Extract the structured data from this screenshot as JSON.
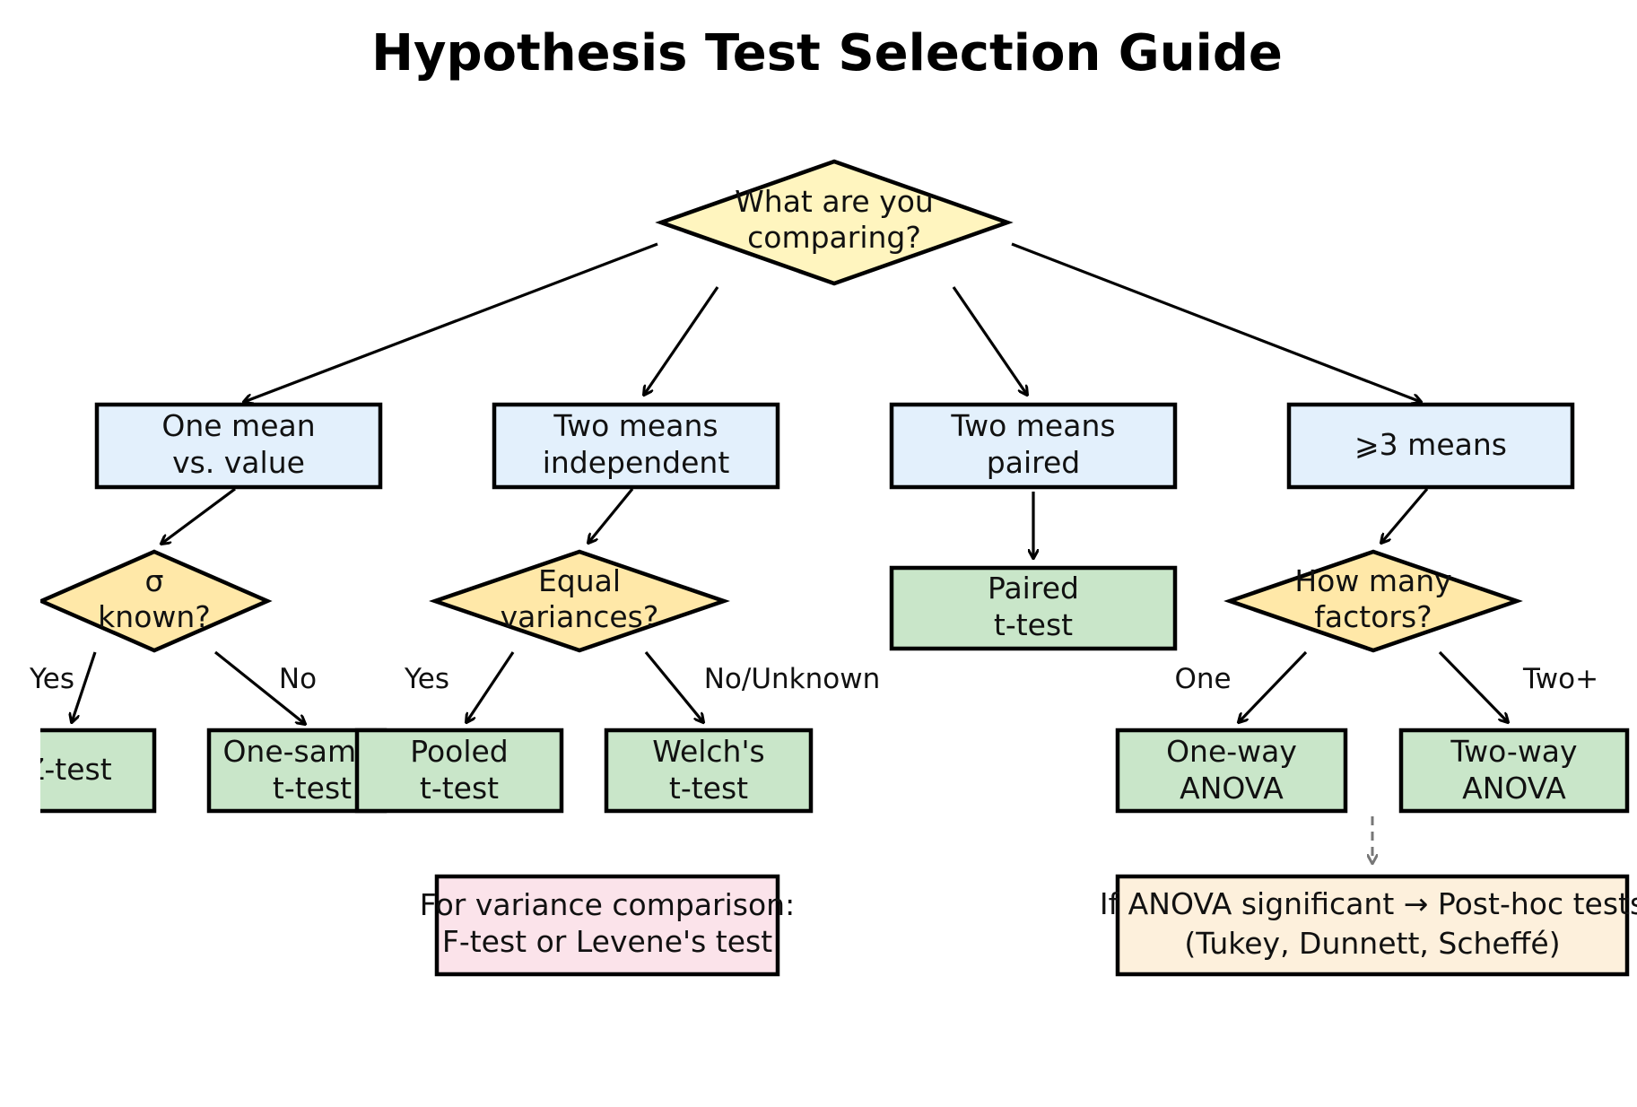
{
  "title": "Hypothesis Test Selection Guide",
  "colors": {
    "decision_main": "#fff5bf",
    "decision": "#ffe8a8",
    "category": "#e3f0fc",
    "test": "#c9e6c9",
    "note_variance": "#fbe3ea",
    "note_posthoc": "#fdf0dc"
  },
  "nodes": {
    "root": [
      "What are you",
      "comparing?"
    ],
    "one_mean": [
      "One mean",
      "vs. value"
    ],
    "two_indep": [
      "Two means",
      "independent"
    ],
    "two_paired": [
      "Two means",
      "paired"
    ],
    "three_means": [
      "⩾3 means"
    ],
    "sigma": [
      "σ",
      "known?"
    ],
    "equal_var": [
      "Equal",
      "variances?"
    ],
    "factors": [
      "How many",
      "factors?"
    ],
    "ztest": [
      "Z-test"
    ],
    "one_sample": [
      "One-sample",
      "t-test"
    ],
    "pooled": [
      "Pooled",
      "t-test"
    ],
    "welch": [
      "Welch's",
      "t-test"
    ],
    "paired_t": [
      "Paired",
      "t-test"
    ],
    "one_way": [
      "One-way",
      "ANOVA"
    ],
    "two_way": [
      "Two-way",
      "ANOVA"
    ],
    "variance_note": [
      "For variance comparison:",
      "F-test or Levene's test"
    ],
    "posthoc_note": [
      "If ANOVA significant → Post-hoc tests",
      "(Tukey, Dunnett, Scheffé)"
    ]
  },
  "edge_labels": {
    "sigma_yes": "Yes",
    "sigma_no": "No",
    "var_yes": "Yes",
    "var_no": "No/Unknown",
    "factors_one": "One",
    "factors_two": "Two+"
  }
}
